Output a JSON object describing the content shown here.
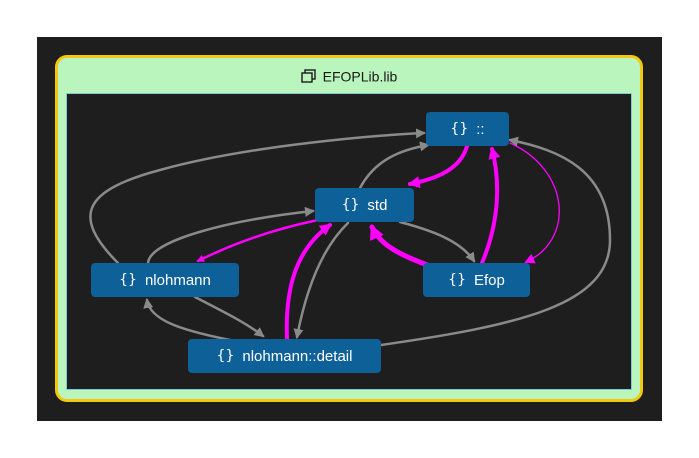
{
  "graph": {
    "title": "EFOPLib.lib",
    "title_icon": "library-icon",
    "namespace_icon": "namespace-braces-icon",
    "colors": {
      "node_fill": "#0e6098",
      "normal_edge": "#8a8a8a",
      "highlight_edge": "#ff00ff",
      "group_border": "#f2c811",
      "group_fill": "#b9f5bd",
      "canvas": "#1e1e1e"
    },
    "nodes": [
      {
        "id": "root",
        "label": "::"
      },
      {
        "id": "std",
        "label": "std"
      },
      {
        "id": "nlohmann",
        "label": "nlohmann"
      },
      {
        "id": "efop",
        "label": "Efop"
      },
      {
        "id": "detail",
        "label": "nlohmann::detail"
      }
    ],
    "edges": [
      {
        "from": "nlohmann",
        "to": "root",
        "highlight": false
      },
      {
        "from": "std",
        "to": "root",
        "highlight": false
      },
      {
        "from": "root",
        "to": "std",
        "highlight": true
      },
      {
        "from": "efop",
        "to": "root",
        "highlight": true
      },
      {
        "from": "root",
        "to": "efop",
        "highlight": true
      },
      {
        "from": "detail",
        "to": "root",
        "highlight": false
      },
      {
        "from": "nlohmann",
        "to": "std",
        "highlight": false
      },
      {
        "from": "std",
        "to": "nlohmann",
        "highlight": true
      },
      {
        "from": "std",
        "to": "efop",
        "highlight": false
      },
      {
        "from": "efop",
        "to": "std",
        "highlight": true
      },
      {
        "from": "detail",
        "to": "std",
        "highlight": true
      },
      {
        "from": "std",
        "to": "detail",
        "highlight": false
      },
      {
        "from": "nlohmann",
        "to": "detail",
        "highlight": false
      },
      {
        "from": "detail",
        "to": "nlohmann",
        "highlight": false
      }
    ]
  }
}
